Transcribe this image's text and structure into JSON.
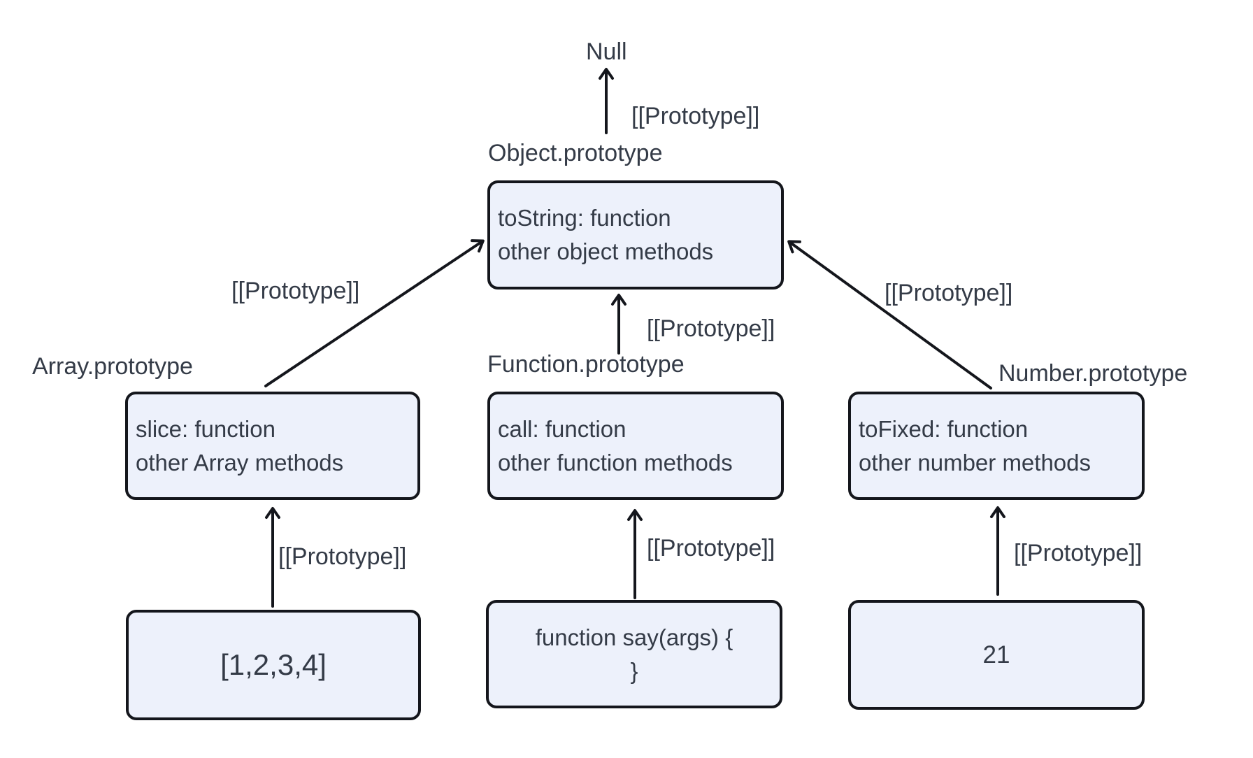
{
  "diagram": {
    "title_hint": "JavaScript prototype chain diagram",
    "null_label": "Null",
    "prototype_edge_label": "[[Prototype]]",
    "nodes": {
      "object_prototype": {
        "title": "Object.prototype",
        "line1": "toString: function",
        "line2": "other object methods"
      },
      "array_prototype": {
        "title": "Array.prototype",
        "line1": "slice: function",
        "line2": "other Array methods"
      },
      "function_prototype": {
        "title": "Function.prototype",
        "line1": "call: function",
        "line2": "other function methods"
      },
      "number_prototype": {
        "title": "Number.prototype",
        "line1": "toFixed: function",
        "line2": "other number methods"
      },
      "array_instance": {
        "value": "[1,2,3,4]"
      },
      "function_instance": {
        "value_line1": "function say(args) {",
        "value_line2": "}"
      },
      "number_instance": {
        "value": "21"
      }
    },
    "colors": {
      "background": "#ffffff",
      "box_fill": "#edf1fb",
      "box_border": "#14161c",
      "arrow": "#14161c",
      "text": "#343b47"
    }
  }
}
